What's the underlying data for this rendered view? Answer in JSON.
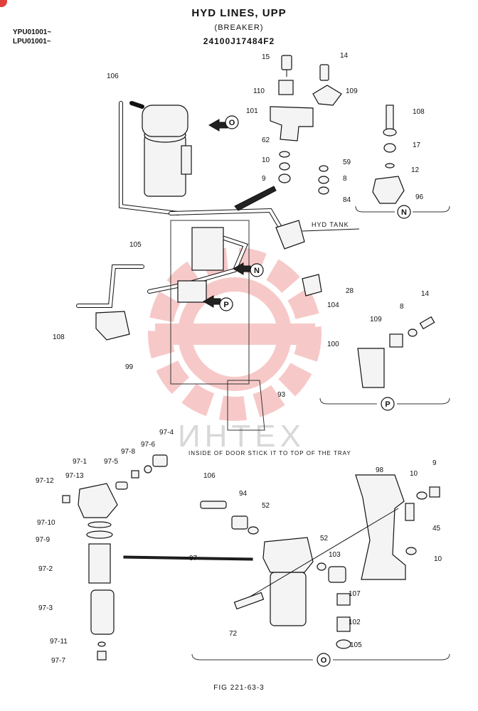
{
  "header": {
    "title": "HYD LINES, UPP",
    "subtitle": "(BREAKER)",
    "drawing_number": "24100J17484F2"
  },
  "serials": [
    "YPU01001~",
    "LPU01001~"
  ],
  "figure_label": "FIG 221-63-3",
  "watermark": "ИНТЕХ",
  "notes": {
    "hyd_tank": "HYD TANK",
    "door_sticker": "INSIDE OF DOOR STICK IT TO TOP OF THE TRAY"
  },
  "view_refs": [
    "O",
    "N",
    "P",
    "N",
    "P",
    "O"
  ],
  "callouts": [
    "15",
    "14",
    "110",
    "109",
    "101",
    "62",
    "10",
    "9",
    "59",
    "8",
    "84",
    "108",
    "17",
    "12",
    "96",
    "106",
    "105",
    "108",
    "99",
    "28",
    "104",
    "14",
    "8",
    "109",
    "100",
    "93",
    "97-4",
    "97-6",
    "97-8",
    "97-5",
    "97-1",
    "97-13",
    "97-12",
    "97-10",
    "97-9",
    "97-2",
    "97-3",
    "97-11",
    "97-7",
    "97",
    "106",
    "94",
    "52",
    "52",
    "103",
    "107",
    "102",
    "105",
    "72",
    "98",
    "10",
    "9",
    "45",
    "10"
  ],
  "colors": {
    "ink": "#111111",
    "watermark": "#e0403c"
  }
}
